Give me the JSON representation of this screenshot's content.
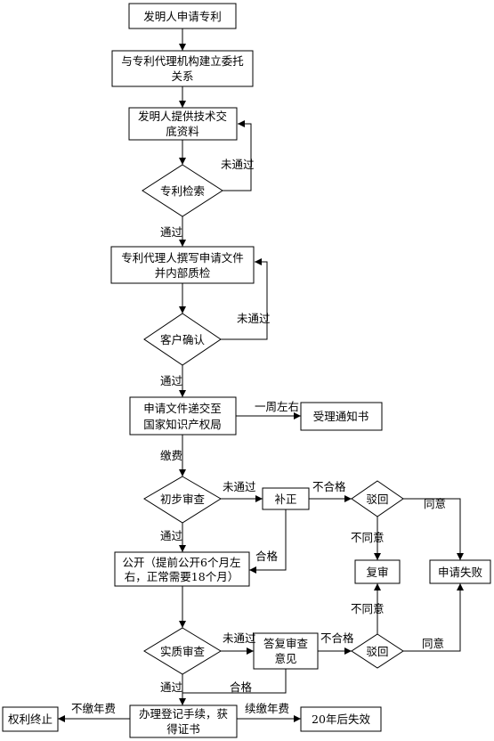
{
  "nodes": {
    "start": [
      "发明人申请专利"
    ],
    "entrust": [
      "与专利代理机构建立委托",
      "关系"
    ],
    "provide": [
      "发明人提供技术交",
      "底资料"
    ],
    "search": [
      "专利检索"
    ],
    "draft": [
      "专利代理人撰写申请文件",
      "并内部质检"
    ],
    "confirm": [
      "客户确认"
    ],
    "submit": [
      "申请文件递交至",
      "国家知识产权局"
    ],
    "receipt": [
      "受理通知书"
    ],
    "prelim": [
      "初步审查"
    ],
    "correct": [
      "补正"
    ],
    "reject1": [
      "驳回"
    ],
    "fail": [
      "申请失败"
    ],
    "review": [
      "复审"
    ],
    "publish": [
      "公开（提前公开6个月左",
      "右，正常需要18个月）"
    ],
    "substantive": [
      "实质审查"
    ],
    "reply": [
      "答复审查",
      "意见"
    ],
    "reject2": [
      "驳回"
    ],
    "register": [
      "办理登记手续，获",
      "得证书"
    ],
    "terminate": [
      "权利终止"
    ],
    "expire": [
      "20年后失效"
    ]
  },
  "edge_labels": {
    "search_fail": "未通过",
    "search_pass": "通过",
    "confirm_fail": "未通过",
    "confirm_pass": "通过",
    "one_week": "一周左右",
    "pay_fee": "缴费",
    "prelim_fail": "未通过",
    "prelim_pass": "通过",
    "unqualified1": "不合格",
    "qualified1": "合格",
    "disagree1": "不同意",
    "agree1": "同意",
    "disagree2": "不同意",
    "agree2": "同意",
    "subst_fail": "未通过",
    "unqualified2": "不合格",
    "qualified2": "合格",
    "subst_pass": "通过",
    "no_fee": "不缴年费",
    "continue_fee": "续缴年费"
  }
}
